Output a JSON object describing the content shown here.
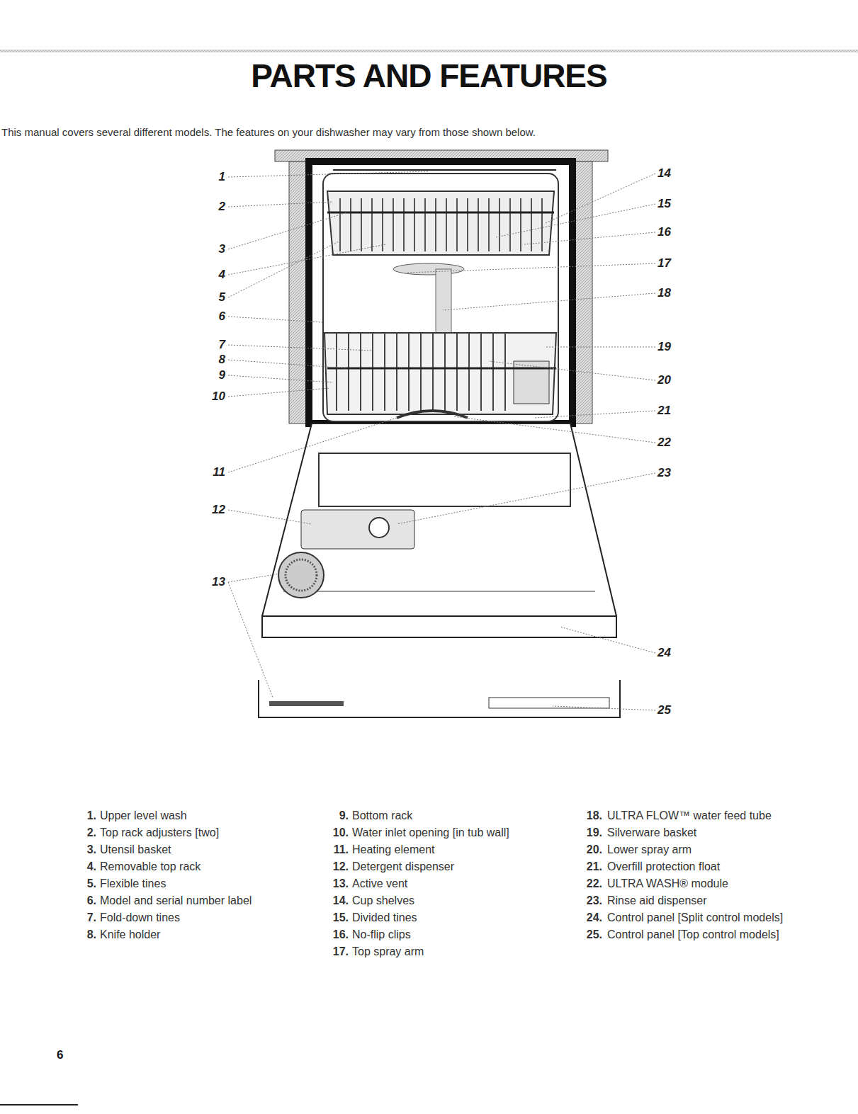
{
  "diagram": {
    "title": "PARTS AND FEATURES",
    "caption": "This manual covers several different models. The features on your dishwasher may vary from those shown below.",
    "labels": [
      "1",
      "2",
      "3",
      "4",
      "5",
      "6",
      "7",
      "8",
      "9",
      "10",
      "11",
      "12",
      "13",
      "14",
      "15",
      "16",
      "17",
      "18",
      "19",
      "20",
      "21",
      "22",
      "23",
      "24",
      "25",
      "1.",
      "Upper level wash",
      "2.",
      "Top rack adjusters [two]",
      "3.",
      "Utensil basket",
      "4.",
      "Removable top rack",
      "5.",
      "Flexible tines",
      "6.",
      "Model and serial number label",
      "7.",
      "Fold-down tines",
      "8.",
      "Knife holder",
      "9.",
      "Bottom rack",
      "10.",
      "Water inlet opening [in tub wall]",
      "11.",
      "Heating element",
      "12.",
      "Detergent dispenser",
      "13.",
      "Active vent",
      "14.",
      "Cup shelves",
      "15.",
      "Divided tines",
      "16.",
      "No-flip clips",
      "17.",
      "Top spray arm",
      "18.",
      "ULTRA FLOW™ water feed tube",
      "19.",
      "Silverware basket",
      "20.",
      "Lower spray arm",
      "21.",
      "Overfill protection float",
      "22.",
      "ULTRA WASH® module",
      "23.",
      "Rinse aid dispenser",
      "24.",
      "Control panel [Split control models]",
      "25.",
      "Control panel [Top control models]",
      "6"
    ]
  }
}
